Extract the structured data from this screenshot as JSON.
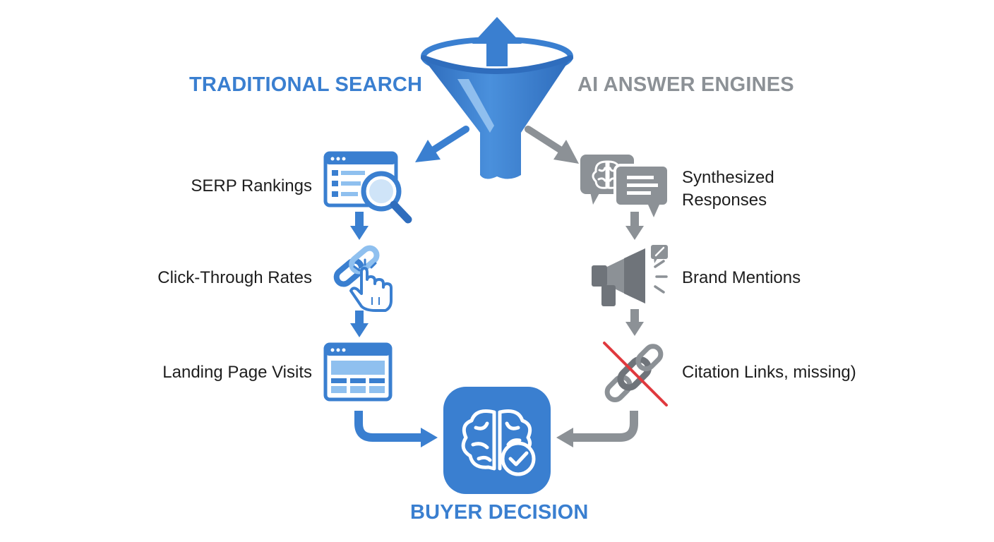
{
  "colors": {
    "blue": "#3a7fd0",
    "blue_dark": "#2f6dbd",
    "blue_light": "#8fc0ef",
    "gray": "#8c9196",
    "gray_dark": "#6f747a",
    "red": "#e0393e",
    "text": "#1e1e1e"
  },
  "headings": {
    "traditional": "TRADITIONAL SEARCH",
    "ai": "AI ANSWER ENGINES",
    "decision": "BUYER DECISION"
  },
  "traditional_steps": [
    {
      "label": "SERP Rankings",
      "icon": "browser-search-icon"
    },
    {
      "label": "Click-Through Rates",
      "icon": "link-click-percent-icon"
    },
    {
      "label": "Landing Page Visits",
      "icon": "landing-page-icon"
    }
  ],
  "ai_steps": [
    {
      "label_line1": "Synthesized",
      "label_line2": "Responses",
      "icon": "brain-chat-icon"
    },
    {
      "label": "Brand Mentions",
      "icon": "megaphone-icon"
    },
    {
      "label": "Citation Links, missing)",
      "icon": "broken-link-icon"
    }
  ]
}
